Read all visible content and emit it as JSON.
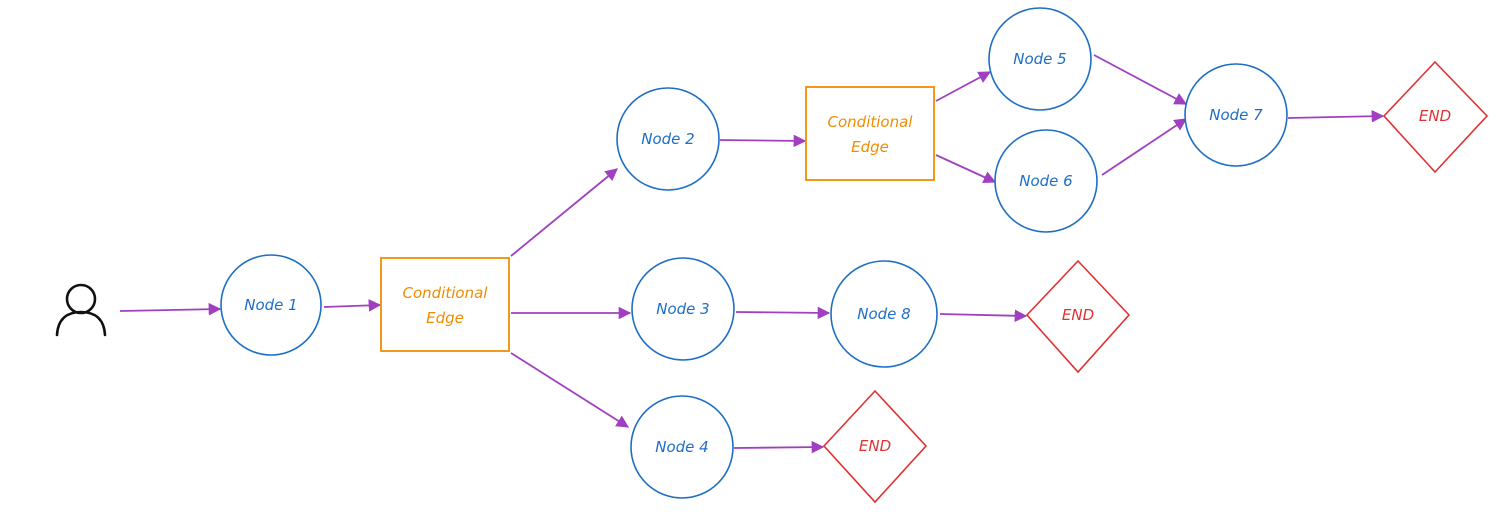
{
  "diagram": {
    "nodes": {
      "node1": "Node 1",
      "node2": "Node 2",
      "node3": "Node 3",
      "node4": "Node 4",
      "node5": "Node 5",
      "node6": "Node 6",
      "node7": "Node 7",
      "node8": "Node 8"
    },
    "conditional_edges": {
      "cond1": [
        "Conditional",
        "Edge"
      ],
      "cond2": [
        "Conditional",
        "Edge"
      ]
    },
    "ends": {
      "end1": "END",
      "end2": "END",
      "end3": "END"
    },
    "icons": {
      "start": "user-icon"
    },
    "colors": {
      "node": "#1e6fc4",
      "conditional_edge": "#f08c00",
      "end": "#e03131",
      "edge": "#a040c0"
    }
  }
}
